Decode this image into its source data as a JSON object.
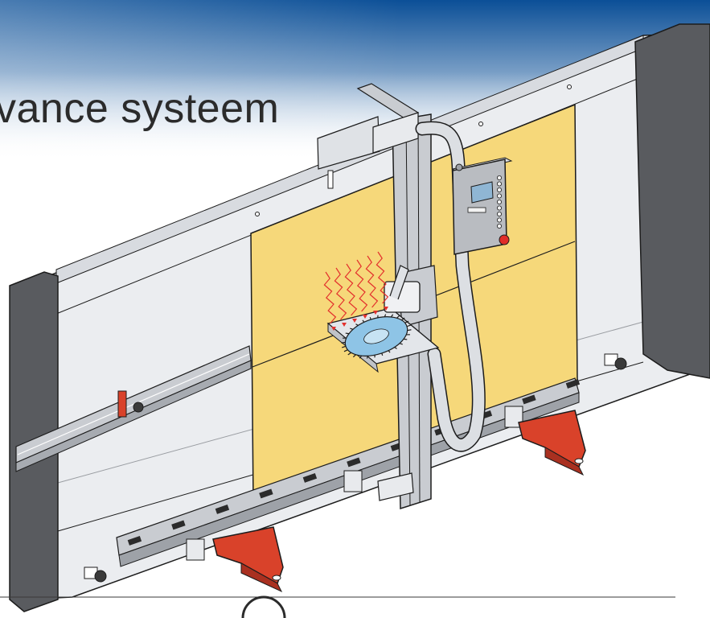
{
  "title": "vance systeem",
  "colors": {
    "header_top": "#0b4f97",
    "header_fade": "#ffffff",
    "panel_board": "#f6d87a",
    "frame_light": "#ebedf0",
    "frame_dark": "#595b5f",
    "feet": "#d9422a",
    "aluminium": "#c9ccd1",
    "saw_blade": "#8ec4e6",
    "heat_lines": "#e3312d",
    "control_box": "#b9bcc1",
    "display": "#8fb6d4",
    "emergency_button": "#e02d28",
    "outline": "#1c1c1c"
  },
  "icons": [
    "vertical-panel-saw",
    "saw-blade",
    "control-panel",
    "dust-extraction-hose",
    "support-foot",
    "clamp-knob"
  ]
}
